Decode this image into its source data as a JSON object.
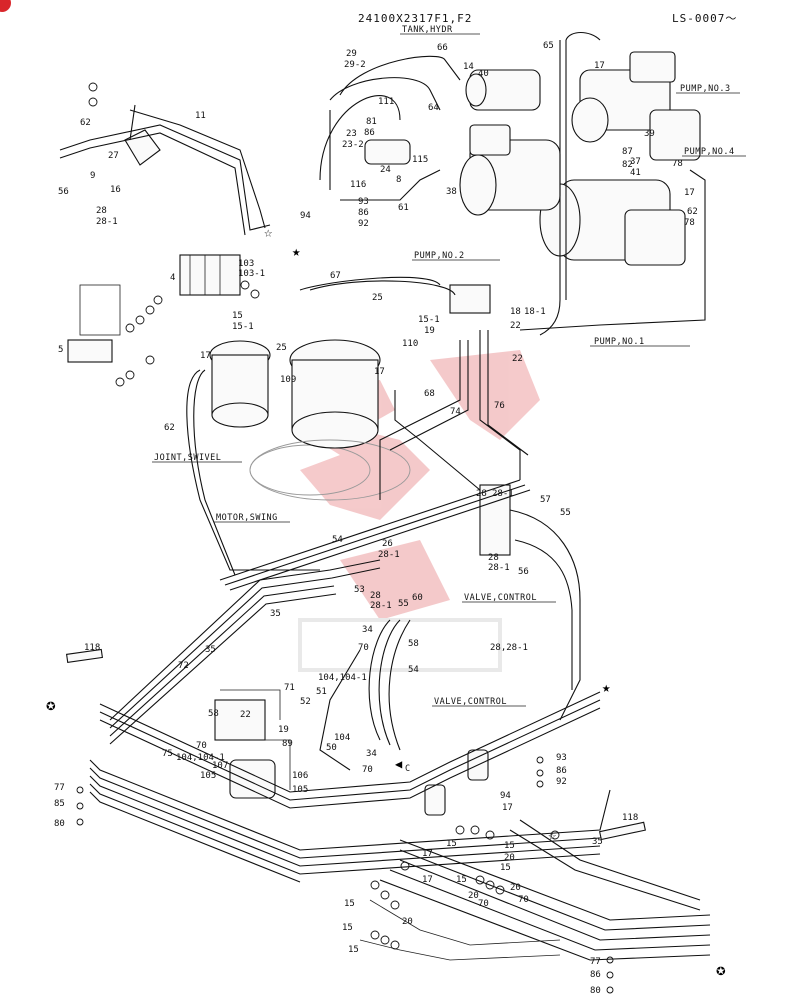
{
  "header": {
    "drawing_no": "24100X2317F1,F2",
    "serial": "LS-0007～"
  },
  "captions": {
    "tank": "TANK,HYDR",
    "pump3": "PUMP,NO.3",
    "pump4": "PUMP,NO.4",
    "pump2": "PUMP,NO.2",
    "pump1": "PUMP,NO.1",
    "swivel": "JOINT,SWIVEL",
    "motor": "MOTOR,SWING",
    "valve1": "VALVE,CONTROL",
    "valve2": "VALVE,CONTROL",
    "view_c": "C"
  },
  "callouts": {
    "c1": "11",
    "c2": "62",
    "c3": "27",
    "c4": "9",
    "c5": "16",
    "c6": "56",
    "c7": "28",
    "c8": "28-1",
    "c9": "29",
    "c10": "29-2",
    "c11": "66",
    "c12": "14",
    "c13": "40",
    "c14": "65",
    "c15": "17",
    "c16": "111",
    "c17": "81",
    "c18": "86",
    "c19": "64",
    "c20": "23",
    "c21": "23-2",
    "c22": "24",
    "c23": "115",
    "c24": "8",
    "c25": "116",
    "c26": "38",
    "c27": "93",
    "c28": "86",
    "c29": "92",
    "c30": "94",
    "c31": "61",
    "c32": "87",
    "c33": "82",
    "c34": "39",
    "c35": "37",
    "c36": "41",
    "c37": "78",
    "c38": "17",
    "c39": "78",
    "c40": "62",
    "c41": "4",
    "c42": "103",
    "c43": "103-1",
    "c44": "67",
    "c45": "25",
    "c46": "15",
    "c47": "15-1",
    "c48": "5",
    "c49": "17",
    "c50": "25",
    "c51": "109",
    "c52": "110",
    "c53": "15-1",
    "c54": "19",
    "c55": "18",
    "c56": "18-1",
    "c57": "22",
    "c58": "22",
    "c59": "17",
    "c60": "68",
    "c61": "74",
    "c62": "76",
    "c63": "62",
    "c64": "28",
    "c65": "28-1",
    "c66": "57",
    "c67": "55",
    "c68": "28",
    "c69": "28-1",
    "c70": "56",
    "c71": "54",
    "c72": "26",
    "c73": "28-1",
    "c74": "53",
    "c75": "28",
    "c76": "28-1",
    "c77": "55",
    "c78": "60",
    "c79": "35",
    "c80": "34",
    "c81": "70",
    "c82": "58",
    "c83": "54",
    "c84": "28,28-1",
    "c85": "118",
    "c86": "35",
    "c87": "72",
    "c88": "71",
    "c89": "104,104-1",
    "c90": "51",
    "c91": "52",
    "c92": "104",
    "c93": "50",
    "c94": "34",
    "c95": "70",
    "c96": "58",
    "c97": "70",
    "c98": "75",
    "c99": "104,104-1",
    "c100": "107",
    "c101": "22",
    "c102": "19",
    "c103": "89",
    "c104": "105",
    "c105": "106",
    "c106": "105",
    "c107": "77",
    "c108": "85",
    "c109": "80",
    "c110": "93",
    "c111": "86",
    "c112": "92",
    "c113": "94",
    "c114": "17",
    "c115": "15",
    "c116": "15",
    "c117": "20",
    "c118": "15",
    "c119": "17",
    "c120": "15",
    "c121": "20",
    "c122": "70",
    "c123": "20",
    "c124": "70",
    "c125": "15",
    "c126": "20",
    "c127": "15",
    "c128": "118",
    "c129": "35",
    "c130": "77",
    "c131": "86",
    "c132": "80",
    "c133": "17",
    "c134": "15"
  },
  "colors": {
    "ink": "#111111",
    "watermark": "#e8898c",
    "badge": "#d9262b"
  }
}
